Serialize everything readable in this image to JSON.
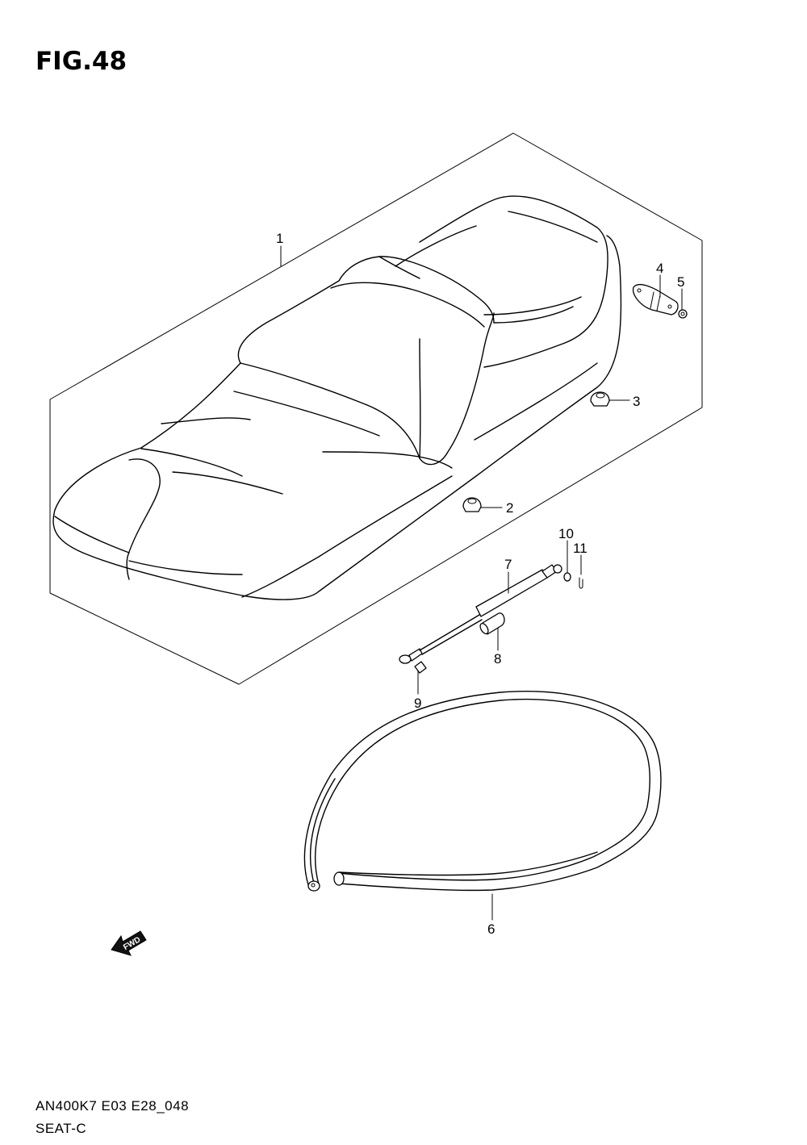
{
  "figure": {
    "title": "FIG.48"
  },
  "footer": {
    "model_code": "AN400K7 E03 E28_048",
    "section": "SEAT-C"
  },
  "direction_arrow": {
    "label": "FWD"
  },
  "callouts": [
    {
      "id": "1",
      "label": "1"
    },
    {
      "id": "2",
      "label": "2"
    },
    {
      "id": "3",
      "label": "3"
    },
    {
      "id": "4",
      "label": "4"
    },
    {
      "id": "5",
      "label": "5"
    },
    {
      "id": "6",
      "label": "6"
    },
    {
      "id": "7",
      "label": "7"
    },
    {
      "id": "8",
      "label": "8"
    },
    {
      "id": "9",
      "label": "9"
    },
    {
      "id": "10",
      "label": "10"
    },
    {
      "id": "11",
      "label": "11"
    }
  ]
}
